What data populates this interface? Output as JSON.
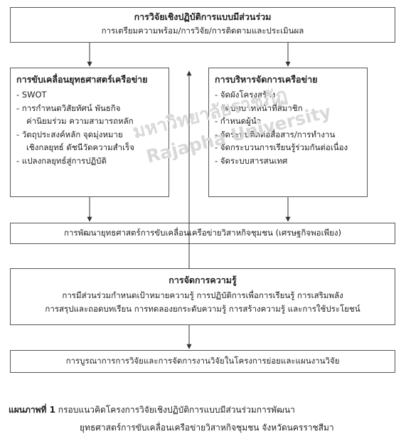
{
  "top_box": {
    "title": "การวิจัยเชิงปฏิบัติการแบบมีส่วนร่วม",
    "subtitle": "การเตรียมความพร้อม/การวิจัย/การติดตามและประเมินผล"
  },
  "left_box": {
    "title": "การขับเคลื่อนยุทธศาสตร์เครือข่าย",
    "items": [
      "- SWOT",
      "- การกำหนดวิสัยทัศน์ พันธกิจ",
      "ค่านิยมร่วม ความสามารถหลัก",
      "- วัตถุประสงค์หลัก จุดมุ่งหมาย",
      "เชิงกลยุทธ์ ดัชนีวัดความสำเร็จ",
      "- แปลงกลยุทธ์สู่การปฏิบัติ"
    ]
  },
  "right_box": {
    "title": "การบริหารจัดการเครือข่าย",
    "items": [
      "- จัดผังโครงสร้าง",
      "- จัดบทบาทหน้าที่สมาชิก",
      "- กำหนดผู้นำ",
      "- จัดระบบติดต่อสื่อสาร/การทำงาน",
      "- จัดกระบวนการเรียนรู้ร่วมกันต่อเนื่อง",
      "- จัดระบบสารสนเทศ"
    ]
  },
  "middle_box": {
    "text": "การพัฒนายุทธศาสตร์การขับเคลื่อนเครือข่ายวิสาหกิจชุมชน (เศรษฐกิจพอเพียง)"
  },
  "knowledge_box": {
    "title": "การจัดการความรู้",
    "line1": "การมีส่วนร่วมกำหนดเป้าหมายความรู้ การปฏิบัติการเพื่อการเรียนรู้ การเสริมพลัง",
    "line2": "การสรุปและถอดบทเรียน การทดลองยกระดับความรู้ การสร้างความรู้ และการใช้ประโยชน์"
  },
  "bottom_box": {
    "text": "การบูรณาการการวิจัยและการจัดการงานวิจัยในโครงการย่อยและแผนงานวิจัย"
  },
  "caption": {
    "label": "แผนภาพที่ 1",
    "line1": "กรอบแนวคิดโครงการวิจัยเชิงปฏิบัติการแบบมีส่วนร่วมการพัฒนา",
    "line2": "ยุทธศาสตร์การขับเคลื่อนเครือข่ายวิสาหกิจชุมชน จังหวัดนครราชสีมา"
  },
  "watermark": {
    "line1": "มหาวิทยาลัยราชภัฏ",
    "line2": "Rajapha University"
  },
  "colors": {
    "border": "#555555",
    "arrow": "#333333",
    "watermark": "#d8d8d8"
  }
}
